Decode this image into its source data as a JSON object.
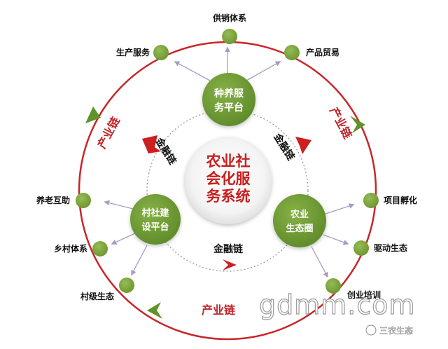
{
  "center": {
    "lines": [
      "农业社",
      "会化服",
      "务系统"
    ]
  },
  "hubs": [
    {
      "id": "top",
      "lines": [
        "种养服",
        "务平台"
      ]
    },
    {
      "id": "left",
      "lines": [
        "村社建",
        "设平台"
      ]
    },
    {
      "id": "right",
      "lines": [
        "农业",
        "生态圈"
      ]
    }
  ],
  "nodes": {
    "supply": "供销体系",
    "trade": "产品贸易",
    "production": "生产服务",
    "incubation": "项目孵化",
    "eldercare": "养老互助",
    "driving": "驱动生态",
    "village": "乡村体系",
    "startup": "创业培训",
    "hamlet": "村级生态"
  },
  "chains": {
    "industry": "产业链",
    "finance": "金融链"
  },
  "watermark": {
    "site": "gdmm.com",
    "badge": "三农生态"
  },
  "colors": {
    "ring": "#c8262a",
    "node": "#7aa33a",
    "hub": "#6f9a34",
    "center_text": "#c81e1e",
    "arrow_red": "#cc1f1f",
    "arrow_green": "#5f9328"
  }
}
